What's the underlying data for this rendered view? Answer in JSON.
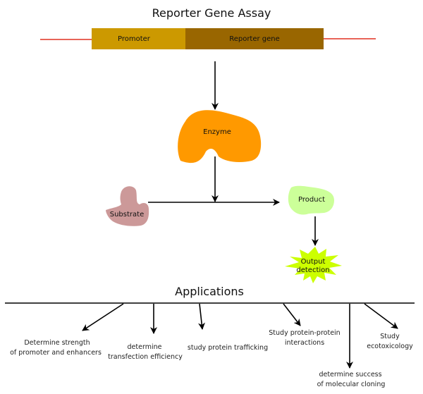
{
  "title": "Reporter Gene Assay",
  "gene": {
    "promoter_label": "Promoter",
    "reporter_label": "Reporter gene",
    "colors": {
      "promoter": "#cc9900",
      "reporter": "#996600",
      "dna_line": "#e03020"
    }
  },
  "nodes": {
    "enzyme": {
      "label": "Enzyme",
      "color": "#ff9900"
    },
    "substrate": {
      "label": "Substrate",
      "color": "#cc9999"
    },
    "product": {
      "label": "Product",
      "color": "#ccff99"
    },
    "output": {
      "label_line1": "Output",
      "label_line2": "detection",
      "color": "#ccff00"
    }
  },
  "applications": {
    "heading": "Applications",
    "items": [
      {
        "line1": "Determine strength",
        "line2": "of promoter and enhancers"
      },
      {
        "line1": "determine",
        "line2": "transfection efficiency"
      },
      {
        "line1": "study protein trafficking",
        "line2": ""
      },
      {
        "line1": "Study protein-protein",
        "line2": "interactions"
      },
      {
        "line1": "determine success",
        "line2": "of molecular cloning"
      },
      {
        "line1": "Study",
        "line2": "ecotoxicology"
      }
    ]
  }
}
